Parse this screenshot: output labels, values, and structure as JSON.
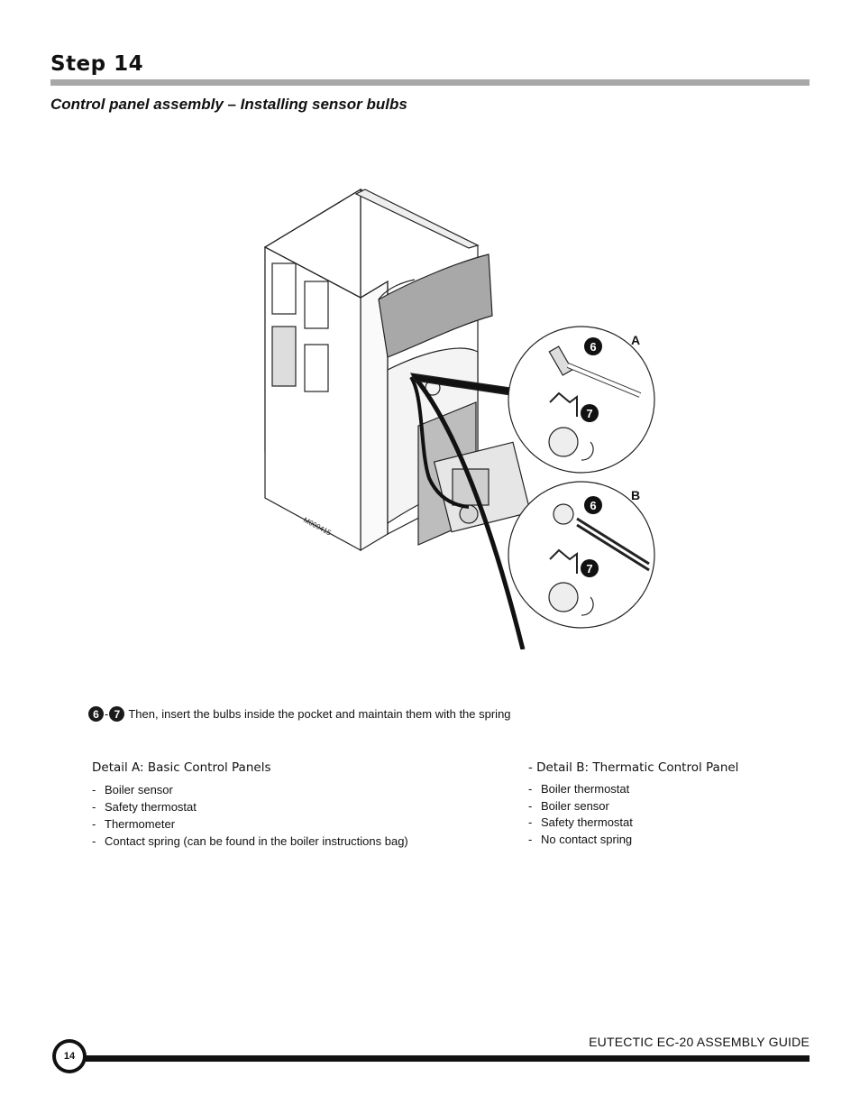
{
  "header": {
    "step": "Step 14",
    "subtitle": "Control panel assembly – Installing sensor bulbs"
  },
  "figure": {
    "model_code": "M000415",
    "detail_a_label": "A",
    "detail_b_label": "B",
    "badge_6": "6",
    "badge_7": "7"
  },
  "instruction": {
    "badge_from": "6",
    "separator": "-",
    "badge_to": "7",
    "text": "Then, insert the bulbs inside the pocket and maintain them with the spring"
  },
  "detail_a": {
    "heading": "Detail A: Basic Control Panels",
    "items": [
      "Boiler sensor",
      "Safety thermostat",
      "Thermometer",
      "Contact spring (can be found in the boiler instructions bag)"
    ]
  },
  "detail_b": {
    "heading": "-  Detail  B:   Thermatic Control Panel",
    "items": [
      "Boiler thermostat",
      "Boiler sensor",
      "Safety thermostat",
      "No contact spring"
    ]
  },
  "footer": {
    "guide_title": "EUTECTIC EC-20 ASSEMBLY GUIDE",
    "page_number": "14"
  }
}
